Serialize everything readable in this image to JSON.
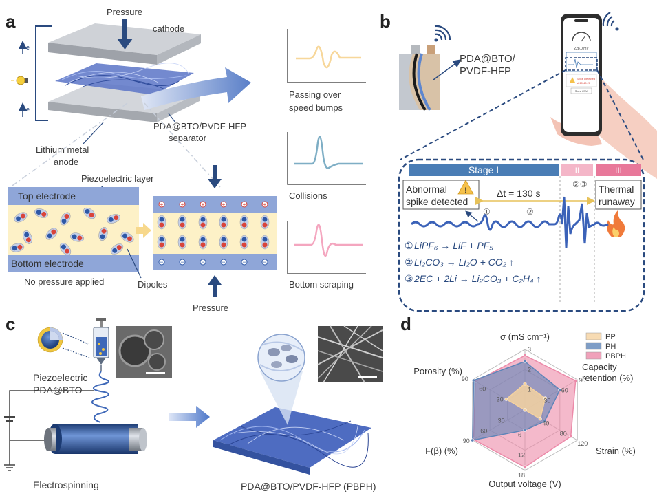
{
  "panels": {
    "a": {
      "letter": "a",
      "pressure_top": "Pressure",
      "cathode": "cathode",
      "separator_line1": "PDA@BTO/PVDF-HFP",
      "separator_line2": "separator",
      "anode_line1": "Lithium metal",
      "anode_line2": "anode",
      "electron": "e",
      "electron_sup": "-",
      "piezo_layer": "Piezoelectric layer",
      "top_electrode": "Top electrode",
      "bottom_electrode": "Bottom electrode",
      "no_pressure": "No pressure applied",
      "dipoles": "Dipoles",
      "pressure_bottom": "Pressure",
      "signals": [
        {
          "label_line1": "Passing over",
          "label_line2": "speed bumps"
        },
        {
          "label_line1": "Collisions",
          "label_line2": ""
        },
        {
          "label_line1": "Bottom scraping",
          "label_line2": ""
        }
      ]
    },
    "b": {
      "letter": "b",
      "material_line1": "PDA@BTO/",
      "material_line2": "PVDF-HFP",
      "phone_value": "228.0 mV",
      "phone_alert_line1": "Spike Detected",
      "phone_alert_line2": "at 20:43:21",
      "phone_save": "Save CSV",
      "stage1": "Stage I",
      "stage2": "II",
      "stage3": "III",
      "abnormal_line1": "Abnormal",
      "abnormal_line2": "spike detected",
      "delta_t": "Δt = 130 s",
      "marker1": "①",
      "marker2": "②",
      "marker23": "②③",
      "thermal_line1": "Thermal",
      "thermal_line2": "runaway",
      "reactions": [
        {
          "num": "①",
          "text": "LiPF₆ → LiF + PF₅"
        },
        {
          "num": "②",
          "text": "Li₂CO₃ → Li₂O + CO₂ ↑"
        },
        {
          "num": "③",
          "text": "2EC + 2Li → Li₂CO₃ + C₂H₄ ↑"
        }
      ]
    },
    "c": {
      "letter": "c",
      "piezo_line1": "Piezoelectric",
      "piezo_line2": "PDA@BTO",
      "electrospinning": "Electrospinning",
      "pbph": "PDA@BTO/PVDF-HFP (PBPH)"
    },
    "d": {
      "letter": "d"
    }
  },
  "colors": {
    "dark_blue": "#2a4a7f",
    "stage1_blue": "#4a7db5",
    "stage2_pink": "#f4b6c8",
    "stage3_pink": "#e8789a",
    "electrode_blue": "#8fa6d8",
    "piezo_yellow": "#fdf1c7",
    "signal_yellow": "#f7d79a",
    "signal_blue": "#7eaec5",
    "signal_pink": "#f4a6bf",
    "pp": "#f5d2a0",
    "ph": "#5e84b8",
    "pbph": "#ec8aa9"
  },
  "chart_data": {
    "type": "radar",
    "title": "",
    "axes": [
      {
        "label": "σ (mS cm⁻¹)",
        "ticks": [
          "1",
          "2",
          "3"
        ],
        "max": 3
      },
      {
        "label": "Capacity retention (%)",
        "ticks": [
          "30",
          "60",
          "90"
        ],
        "max": 90
      },
      {
        "label": "Strain (%)",
        "ticks": [
          "40",
          "80",
          "120"
        ],
        "max": 120
      },
      {
        "label": "Output voltage (V)",
        "ticks": [
          "6",
          "12",
          "18"
        ],
        "max": 18
      },
      {
        "label": "F(β) (%)",
        "ticks": [
          "30",
          "60",
          "90"
        ],
        "max": 90
      },
      {
        "label": "Porosity (%)",
        "ticks": [
          "30",
          "60",
          "90"
        ],
        "max": 90
      }
    ],
    "series": [
      {
        "name": "PP",
        "color": "#f5d2a0",
        "values": [
          1.3,
          35,
          35,
          0,
          0,
          32
        ]
      },
      {
        "name": "PH",
        "color": "#5e84b8",
        "values": [
          2.4,
          60,
          45,
          6,
          90,
          88
        ]
      },
      {
        "name": "PBPH",
        "color": "#ec8aa9",
        "values": [
          2.7,
          87,
          105,
          17,
          88,
          85
        ]
      }
    ],
    "legend": "top-right"
  }
}
